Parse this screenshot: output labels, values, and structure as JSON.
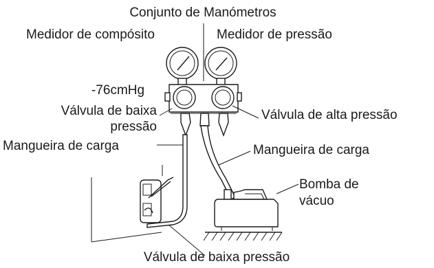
{
  "labels": {
    "manifold_set": "Conjunto de Manómetros",
    "compound_gauge": "Medidor de compósito",
    "pressure_gauge": "Medidor de pressão",
    "vacuum_reading": "-76cmHg",
    "low_valve_line1": "Válvula de baixa",
    "low_valve_line2": "pressão",
    "high_valve": "Válvula de alta pressão",
    "charge_hose_left": "Mangueira de carga",
    "charge_hose_right": "Mangueira de carga",
    "vacuum_pump_line1": "Bomba de",
    "vacuum_pump_line2": "vácuo",
    "bottom_valve": "Válvula de baixa pressão"
  }
}
